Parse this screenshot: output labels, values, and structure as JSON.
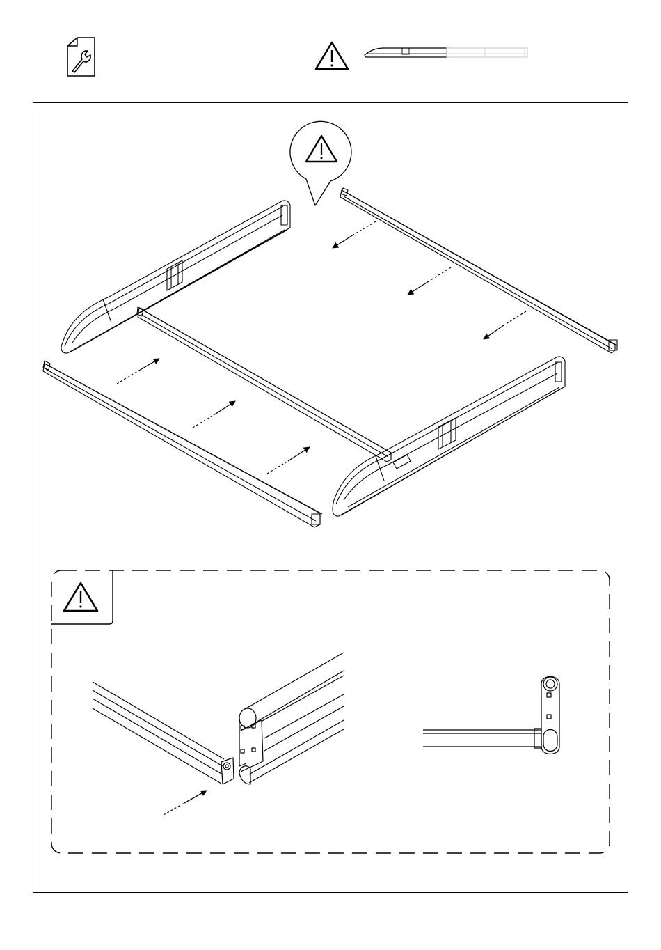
{
  "page": {
    "background": "#ffffff",
    "ink_color": "#000000",
    "hint_bar_color": "#cfcfcf"
  },
  "header": {
    "tool_icon": "document-wrench-icon",
    "warning_icon": "warning-triangle-icon",
    "part_hint_icon": "side-rail-thumbnail-icon"
  },
  "main": {
    "callout_icon": "warning-triangle-icon",
    "parts": [
      "side-rail-left",
      "side-rail-right",
      "cross-bar-back",
      "cross-bar-middle",
      "cross-bar-front"
    ],
    "arrows": [
      {
        "direction": "down-left",
        "count": 3
      },
      {
        "direction": "up-right",
        "count": 3
      }
    ]
  },
  "detail": {
    "warning_icon": "warning-triangle-icon",
    "views": [
      "joint-perspective-view",
      "joint-top-view"
    ]
  }
}
